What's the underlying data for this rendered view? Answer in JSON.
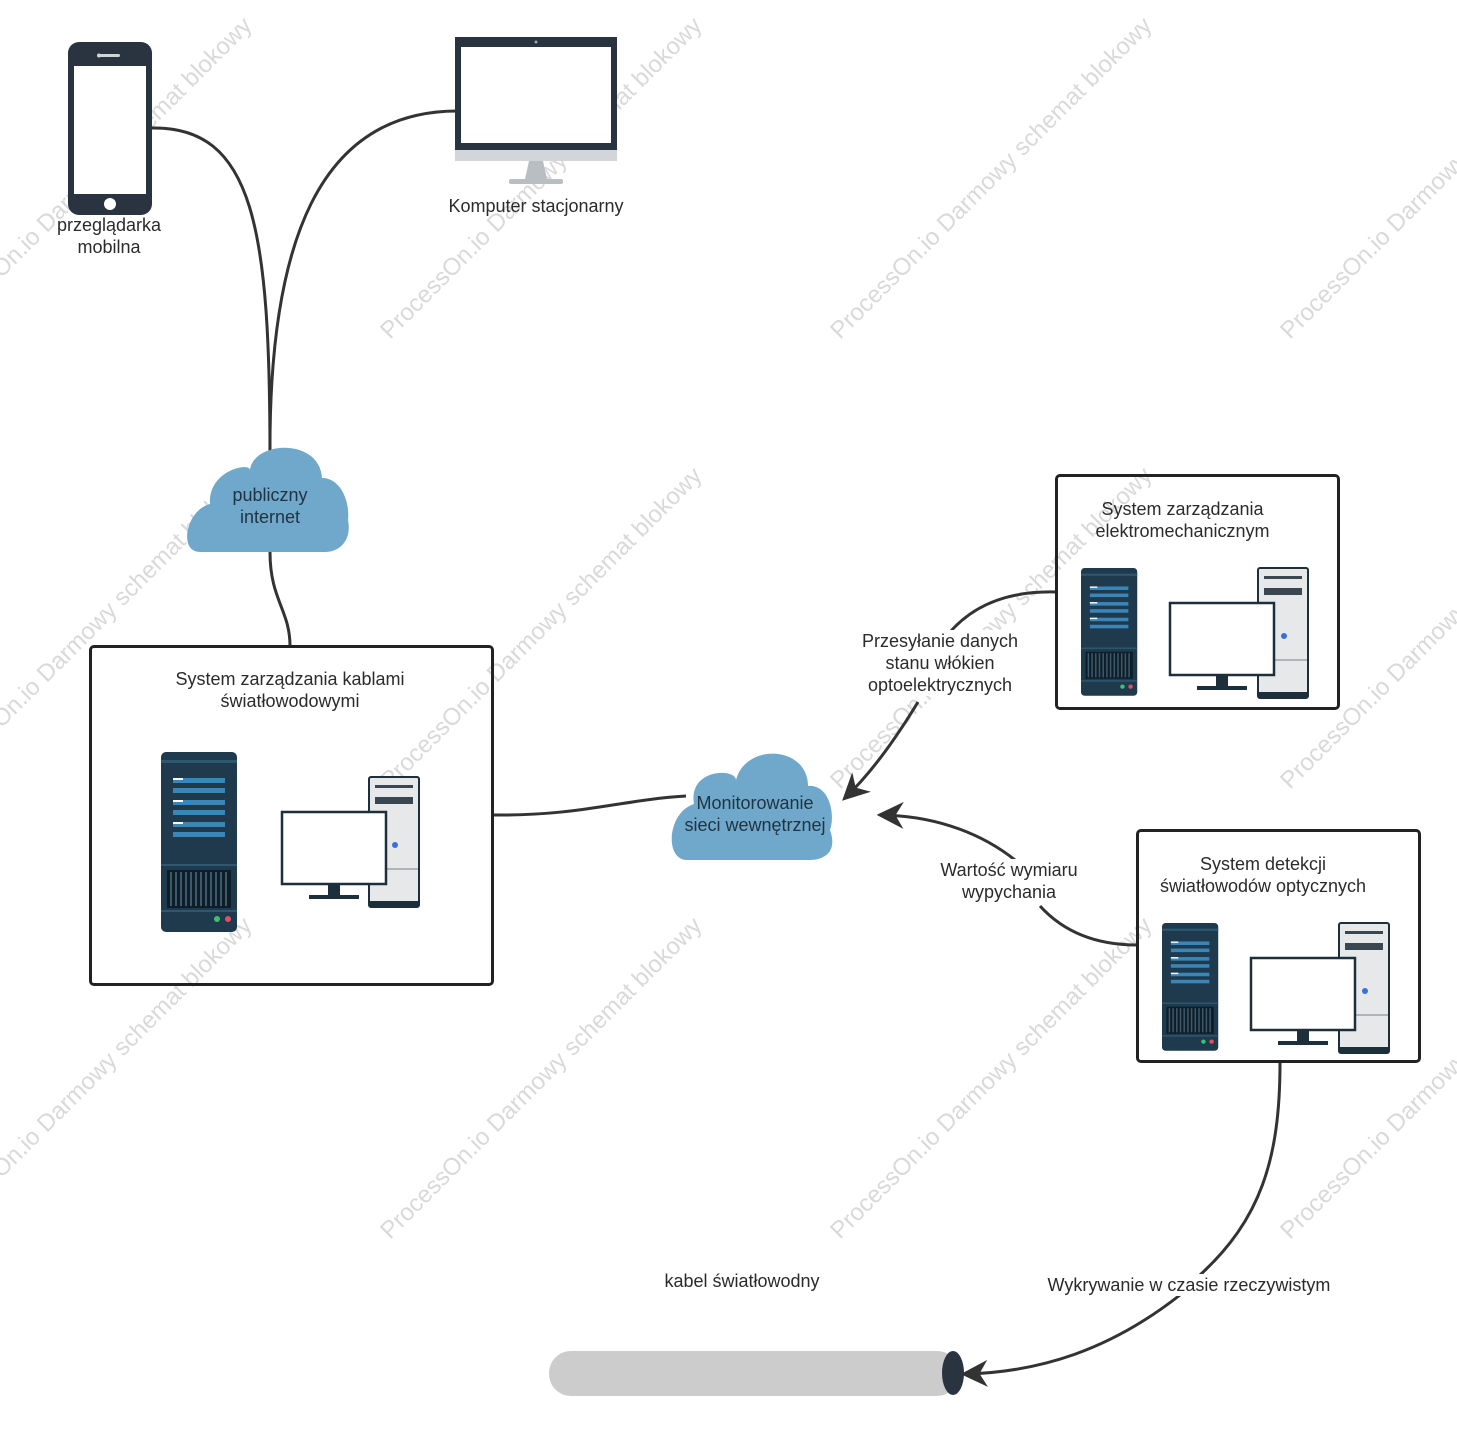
{
  "watermark": "ProcessOn.io Darmowy schemat blokowy",
  "devices": {
    "mobile": {
      "label_line1": "przeglądarka",
      "label_line2": "mobilna"
    },
    "desktop": {
      "label": "Komputer stacjonarny"
    }
  },
  "clouds": {
    "internet": {
      "line1": "publiczny",
      "line2": "internet",
      "color": "#6fa8cb"
    },
    "monitoring": {
      "line1": "Monitorowanie",
      "line2": "sieci wewnętrznej",
      "color": "#6fa8cb"
    }
  },
  "systems": {
    "cable_mgmt": {
      "line1": "System zarządzania kablami",
      "line2": "światłowodowymi"
    },
    "electromech": {
      "line1": "System zarządzania",
      "line2": "elektromechanicznym"
    },
    "detection": {
      "line1": "System detekcji",
      "line2": "światłowodów optycznych"
    }
  },
  "edges": {
    "transfer": {
      "line1": "Przesyłanie danych",
      "line2": "stanu włókien",
      "line3": "optoelektrycznych"
    },
    "pushout": {
      "line1": "Wartość wymiaru",
      "line2": "wypychania"
    },
    "realtime": {
      "label": "Wykrywanie w czasie rzeczywistym"
    }
  },
  "cable": {
    "label": "kabel światłowodny",
    "color": "#cccccc"
  },
  "colors": {
    "line": "#333333",
    "server_dark": "#1e3a4c",
    "server_stripe": "#3b86b8"
  }
}
